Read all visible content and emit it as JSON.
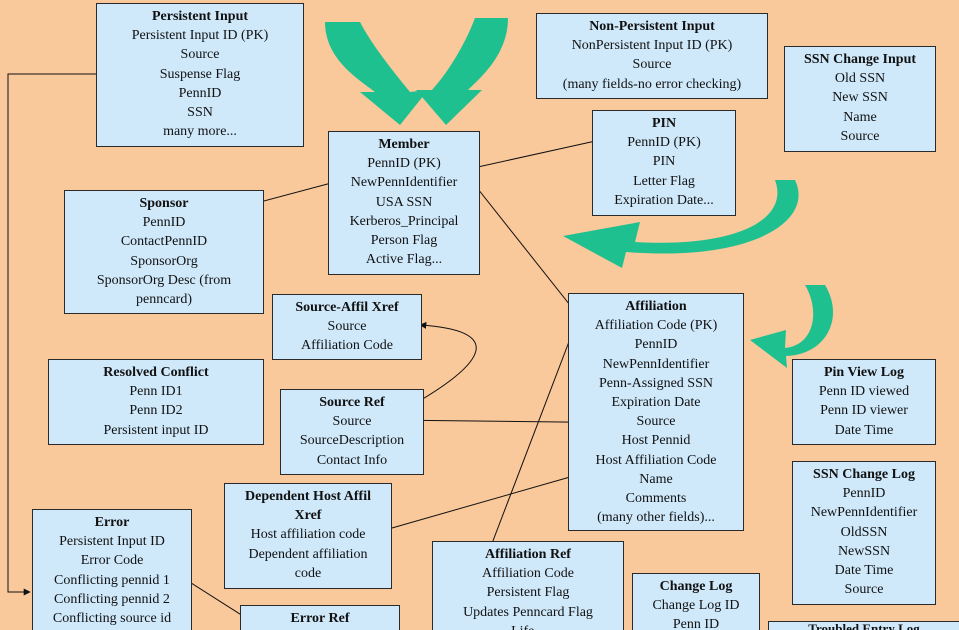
{
  "colors": {
    "background": "#f9c89b",
    "box_fill": "#cfe9fb",
    "arrow_green": "#1fc08f",
    "line": "#111111"
  },
  "entities": {
    "persistent_input": {
      "title": "Persistent Input",
      "fields": [
        "Persistent Input ID (PK)",
        "Source",
        "Suspense Flag",
        "PennID",
        "SSN",
        "many more..."
      ]
    },
    "non_persistent_input": {
      "title": "Non-Persistent Input",
      "fields": [
        "NonPersistent Input ID (PK)",
        "Source",
        "(many fields-no error checking)"
      ]
    },
    "ssn_change_input": {
      "title": "SSN Change Input",
      "fields": [
        "Old SSN",
        "New SSN",
        "Name",
        "Source"
      ]
    },
    "member": {
      "title": "Member",
      "fields": [
        "PennID (PK)",
        "NewPennIdentifier",
        "USA SSN",
        "Kerberos_Principal",
        "Person Flag",
        "Active Flag..."
      ]
    },
    "pin": {
      "title": "PIN",
      "fields": [
        "PennID (PK)",
        "PIN",
        "Letter Flag",
        "Expiration Date..."
      ]
    },
    "sponsor": {
      "title": "Sponsor",
      "fields": [
        "PennID",
        "ContactPennID",
        "SponsorOrg",
        "SponsorOrg Desc (from",
        "penncard)"
      ]
    },
    "source_affil_xref": {
      "title": "Source-Affil Xref",
      "fields": [
        "Source",
        "Affiliation Code"
      ]
    },
    "affiliation": {
      "title": "Affiliation",
      "fields": [
        "Affiliation Code (PK)",
        "PennID",
        "NewPennIdentifier",
        "Penn-Assigned SSN",
        "Expiration Date",
        "Source",
        "Host Pennid",
        "Host Affiliation Code",
        "Name",
        "Comments",
        "(many other fields)..."
      ]
    },
    "resolved_conflict": {
      "title": "Resolved Conflict",
      "fields": [
        "Penn ID1",
        "Penn ID2",
        "Persistent input ID"
      ]
    },
    "source_ref": {
      "title": "Source Ref",
      "fields": [
        "Source",
        "SourceDescription",
        "Contact Info"
      ]
    },
    "pin_view_log": {
      "title": "Pin View Log",
      "fields": [
        "Penn ID viewed",
        "Penn ID viewer",
        "Date Time"
      ]
    },
    "ssn_change_log": {
      "title": "SSN Change Log",
      "fields": [
        "PennID",
        "NewPennIdentifier",
        "OldSSN",
        "NewSSN",
        "Date Time",
        "Source"
      ]
    },
    "dependent_host_affil_xref": {
      "title": "Dependent Host Affil Xref",
      "fields": [
        "Host  affiliation code",
        "Dependent affiliation",
        "code"
      ]
    },
    "error": {
      "title": "Error",
      "fields": [
        "Persistent Input ID",
        "Error Code",
        "Conflicting pennid 1",
        "Conflicting pennid 2",
        "Conflicting source id"
      ]
    },
    "affiliation_ref": {
      "title": "Affiliation Ref",
      "fields": [
        "Affiliation Code",
        "Persistent Flag",
        "Updates Penncard Flag",
        "Life..."
      ]
    },
    "change_log": {
      "title": "Change Log",
      "fields": [
        "Change Log ID",
        "Penn ID"
      ]
    },
    "error_ref": {
      "title": "Error Ref",
      "fields": []
    },
    "partial_box": {
      "title": "Troubled Entry Log",
      "fields": []
    }
  }
}
